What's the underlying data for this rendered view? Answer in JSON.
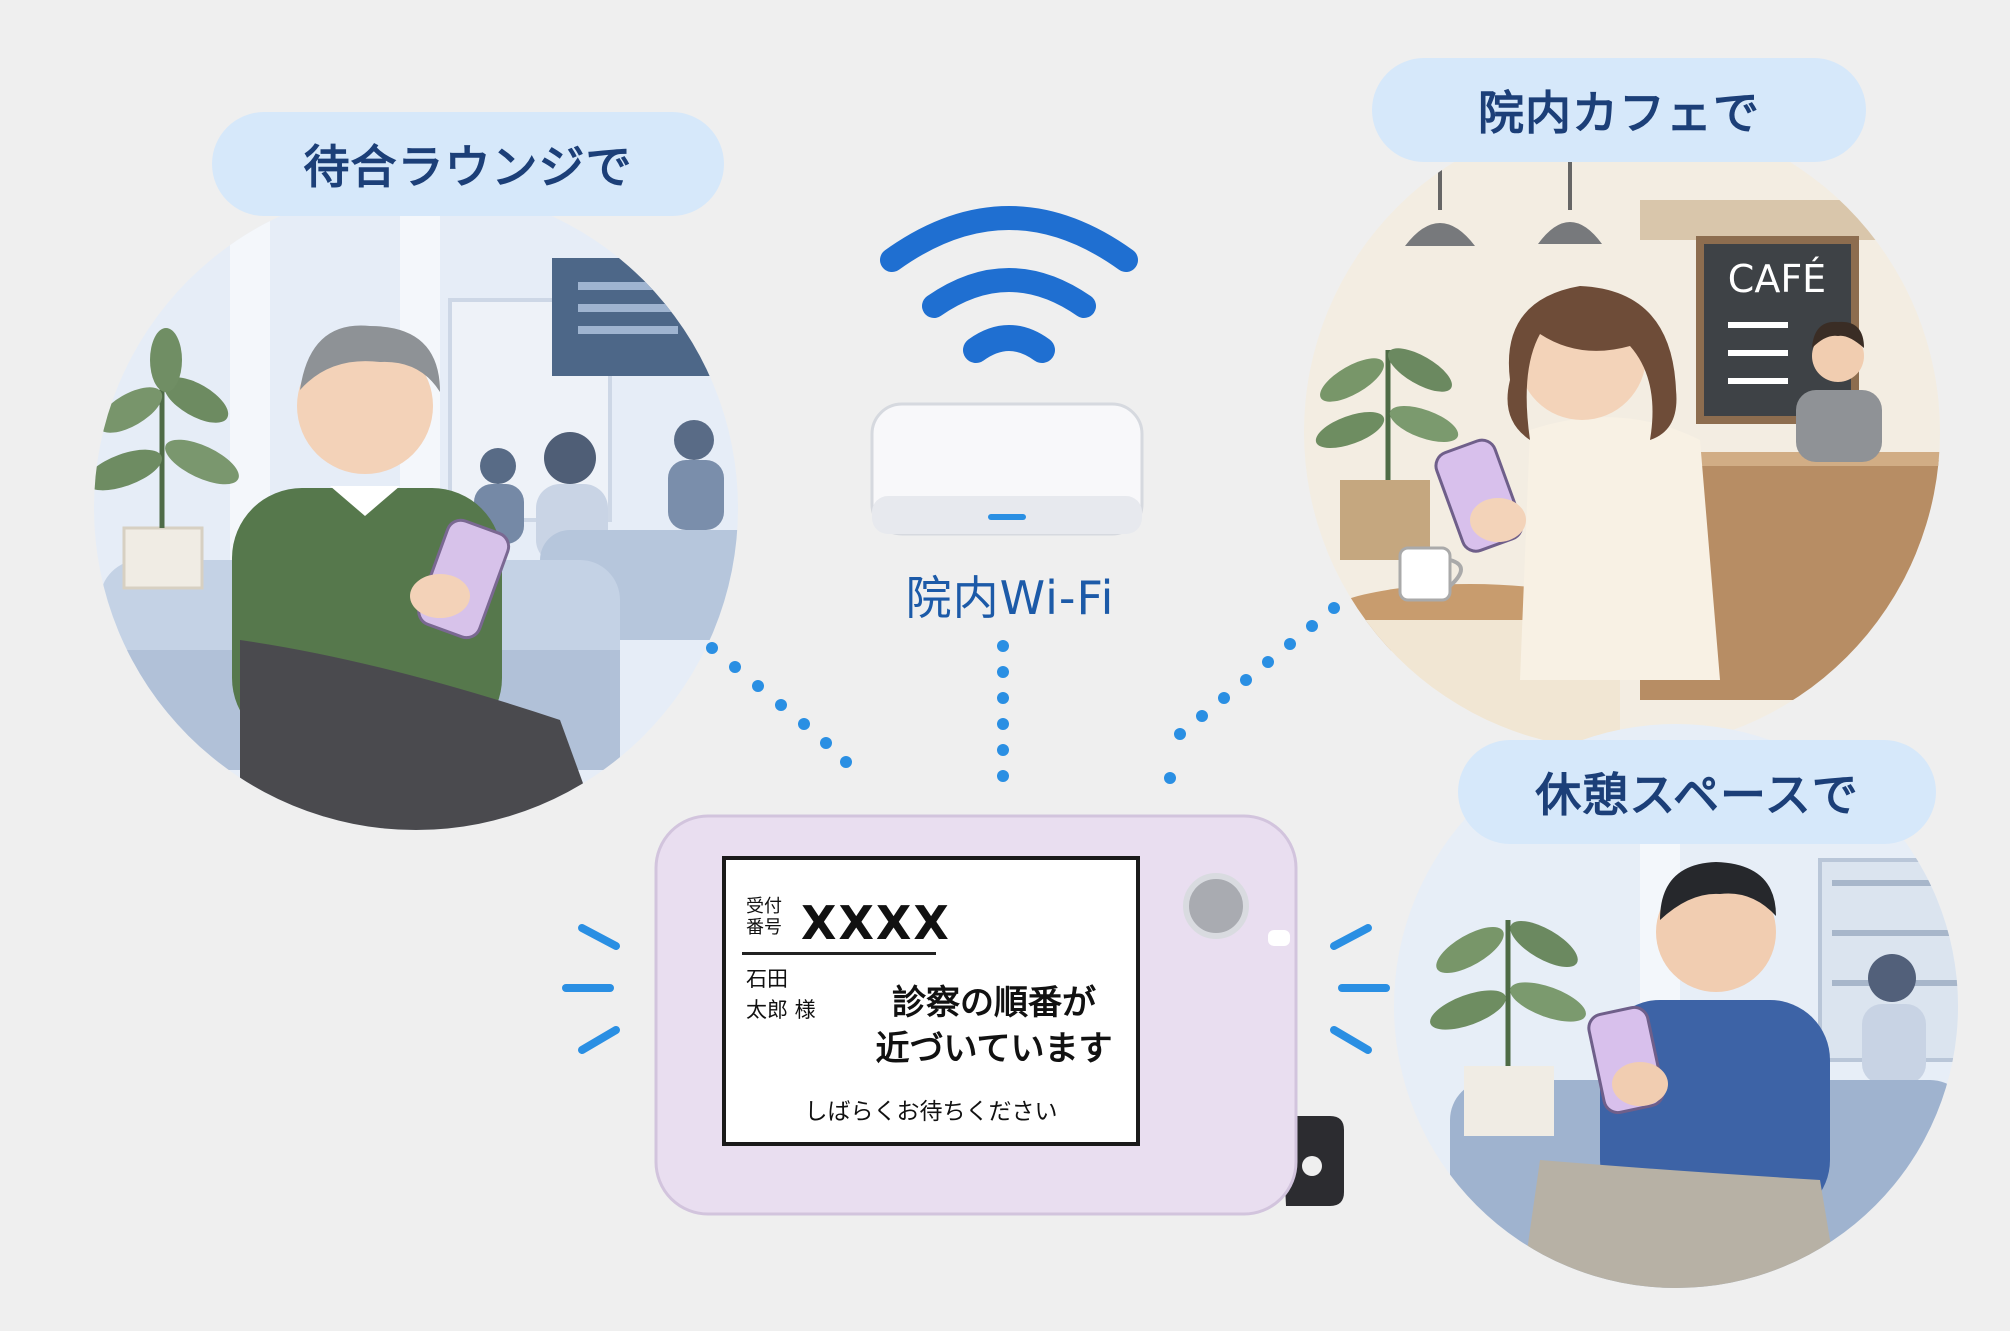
{
  "scenes": {
    "lounge": {
      "label": "待合ラウンジで"
    },
    "cafe": {
      "label": "院内カフェで",
      "sign": "CAFÉ"
    },
    "rest": {
      "label": "休憩スペースで"
    }
  },
  "router": {
    "label": "院内Wi-Fi"
  },
  "device": {
    "receipt_label_line1": "受付",
    "receipt_label_line2": "番号",
    "receipt_number": "XXXX",
    "patient_line1": "石田",
    "patient_line2": "太郎 様",
    "message_line1": "診察の順番が",
    "message_line2": "近づいています",
    "waiting_text": "しばらくお待ちください"
  },
  "colors": {
    "wifi_blue": "#1f6fd1",
    "pill_bg": "#d6e8fa",
    "device_body": "#e9def0",
    "dots": "#2a8fe3"
  }
}
